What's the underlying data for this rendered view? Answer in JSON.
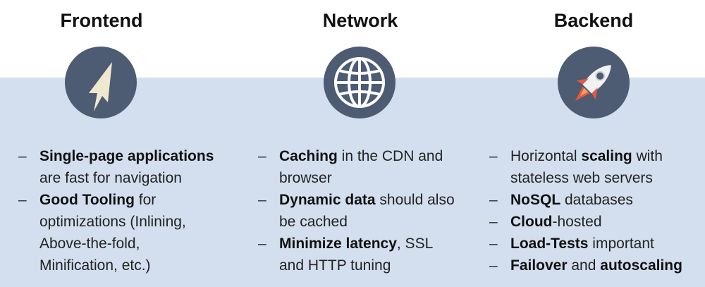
{
  "columns": [
    {
      "title": "Frontend",
      "icon": "cursor-arrow-icon",
      "bullets": [
        {
          "lines": [
            [
              {
                "t": "Single-page applications",
                "b": true
              }
            ],
            [
              {
                "t": "are fast for navigation",
                "b": false
              }
            ]
          ]
        },
        {
          "lines": [
            [
              {
                "t": "Good Tooling",
                "b": true
              },
              {
                "t": " for",
                "b": false
              }
            ],
            [
              {
                "t": "optimizations (Inlining,",
                "b": false
              }
            ],
            [
              {
                "t": "Above-the-fold,",
                "b": false
              }
            ],
            [
              {
                "t": "Minification, etc.)",
                "b": false
              }
            ]
          ]
        }
      ]
    },
    {
      "title": "Network",
      "icon": "globe-icon",
      "bullets": [
        {
          "lines": [
            [
              {
                "t": "Caching",
                "b": true
              },
              {
                "t": " in the CDN and",
                "b": false
              }
            ],
            [
              {
                "t": "browser",
                "b": false
              }
            ]
          ]
        },
        {
          "lines": [
            [
              {
                "t": "Dynamic data",
                "b": true
              },
              {
                "t": " should also",
                "b": false
              }
            ],
            [
              {
                "t": "be cached",
                "b": false
              }
            ]
          ]
        },
        {
          "lines": [
            [
              {
                "t": "Minimize latency",
                "b": true
              },
              {
                "t": ", SSL",
                "b": false
              }
            ],
            [
              {
                "t": "and HTTP tuning",
                "b": false
              }
            ]
          ]
        }
      ]
    },
    {
      "title": "Backend",
      "icon": "rocket-icon",
      "bullets": [
        {
          "lines": [
            [
              {
                "t": "Horizontal ",
                "b": false
              },
              {
                "t": "scaling",
                "b": true
              },
              {
                "t": " with",
                "b": false
              }
            ],
            [
              {
                "t": "stateless web servers",
                "b": false
              }
            ]
          ]
        },
        {
          "lines": [
            [
              {
                "t": "NoSQL",
                "b": true
              },
              {
                "t": " databases",
                "b": false
              }
            ]
          ]
        },
        {
          "lines": [
            [
              {
                "t": "Cloud",
                "b": true
              },
              {
                "t": "-hosted",
                "b": false
              }
            ]
          ]
        },
        {
          "lines": [
            [
              {
                "t": "Load-Tests",
                "b": true
              },
              {
                "t": " important",
                "b": false
              }
            ]
          ]
        },
        {
          "lines": [
            [
              {
                "t": "Failover",
                "b": true
              },
              {
                "t": " and ",
                "b": false
              },
              {
                "t": "autoscaling",
                "b": true
              }
            ]
          ]
        }
      ]
    }
  ],
  "dash_char": "–",
  "colors": {
    "band": "#d3dfee",
    "icon_circle": "#4d5b73",
    "cursor": "#efe8cf",
    "globe": "#ffffff",
    "rocket_flame": "#e6593f"
  }
}
